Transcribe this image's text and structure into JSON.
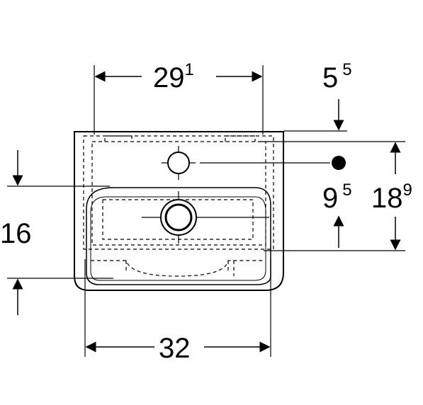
{
  "dimensions": {
    "top_width": {
      "main": "29",
      "sup": "1"
    },
    "overflow_offset": {
      "main": "5",
      "sup": "5"
    },
    "tap_to_waste": {
      "main": "9",
      "sup": "5"
    },
    "overflow_to_waste": {
      "main": "18",
      "sup": "9"
    },
    "side_height": {
      "main": "16"
    },
    "bottom_width": {
      "main": "32"
    }
  },
  "colors": {
    "line": "#000000",
    "background": "#ffffff"
  }
}
